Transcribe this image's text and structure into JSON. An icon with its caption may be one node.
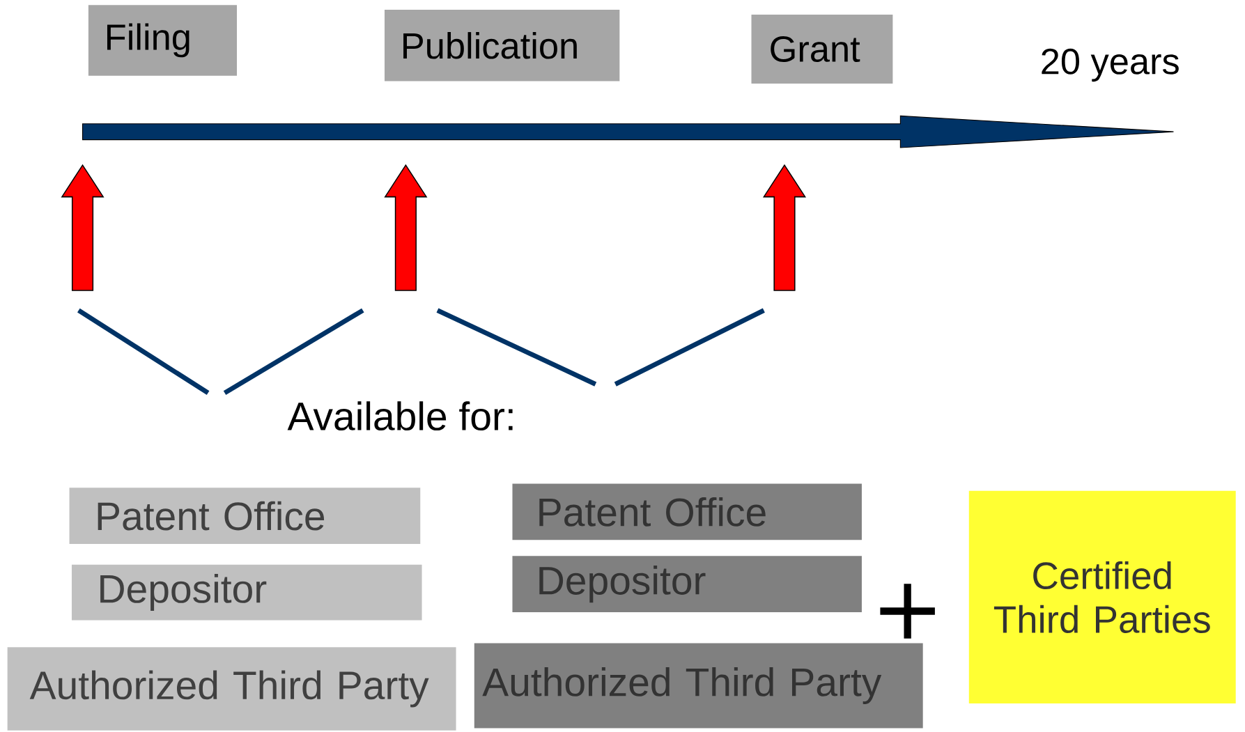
{
  "diagram": {
    "nodes": [
      {
        "text": [
          "Filing"
        ]
      },
      {
        "text": [
          "Publication"
        ]
      },
      {
        "text": [
          "Grant"
        ]
      },
      {
        "text": [
          "Patent Office"
        ]
      },
      {
        "text": [
          "Depositor"
        ]
      },
      {
        "text": [
          "Authorized Third Party"
        ]
      },
      {
        "text": [
          "Patent Office"
        ]
      },
      {
        "text": [
          "Depositor"
        ]
      },
      {
        "text": [
          "Authorized Third Party"
        ]
      },
      {
        "text": [
          "Certified Third Parties"
        ]
      }
    ],
    "labels": [
      "20 years",
      "Available for:",
      "+"
    ]
  }
}
